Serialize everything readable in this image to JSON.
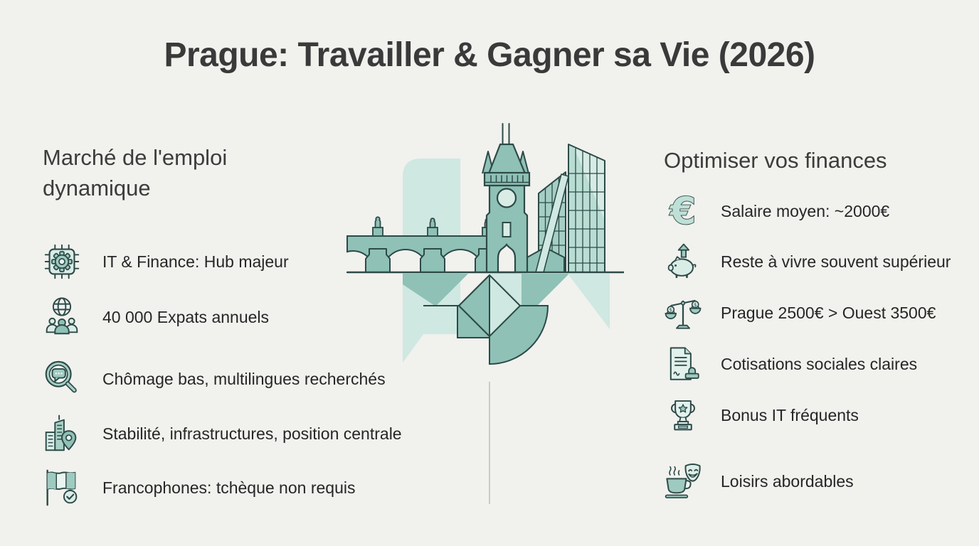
{
  "title": "Prague: Travailler & Gagner sa Vie (2026)",
  "left_section": {
    "heading": "Marché de l'emploi dynamique",
    "items": [
      {
        "icon": "chip-gear-icon",
        "label": "IT & Finance: Hub majeur"
      },
      {
        "icon": "globe-people-icon",
        "label": "40 000 Expats annuels"
      },
      {
        "icon": "search-chat-icon",
        "label": "Chômage bas, multilingues recherchés"
      },
      {
        "icon": "city-pin-icon",
        "label": "Stabilité, infrastructures, position centrale"
      },
      {
        "icon": "flag-check-icon",
        "label": "Francophones: tchèque non requis"
      }
    ]
  },
  "right_section": {
    "heading": "Optimiser vos finances",
    "items": [
      {
        "icon": "euro-icon",
        "label": "Salaire moyen: ~2000€"
      },
      {
        "icon": "piggy-bank-icon",
        "label": "Reste à vivre souvent supérieur"
      },
      {
        "icon": "balance-scale-icon",
        "label": "Prague 2500€ > Ouest 3500€"
      },
      {
        "icon": "document-stamp-icon",
        "label": "Cotisations sociales claires"
      },
      {
        "icon": "trophy-icon",
        "label": "Bonus IT fréquents"
      },
      {
        "icon": "mask-coffee-icon",
        "label": "Loisirs abordables"
      }
    ]
  },
  "illustration": {
    "name": "prague-skyline",
    "description": "Stylized teal line illustration of Charles Bridge with statues, Old Town Hall tower and modern glass buildings above an abstract geometric tangram"
  },
  "palette": {
    "background": "#f1f1ee",
    "teal_medium": "#8fc1b6",
    "teal_light": "#cfe8e2",
    "outline": "#2d4a47",
    "text": "#262626"
  }
}
